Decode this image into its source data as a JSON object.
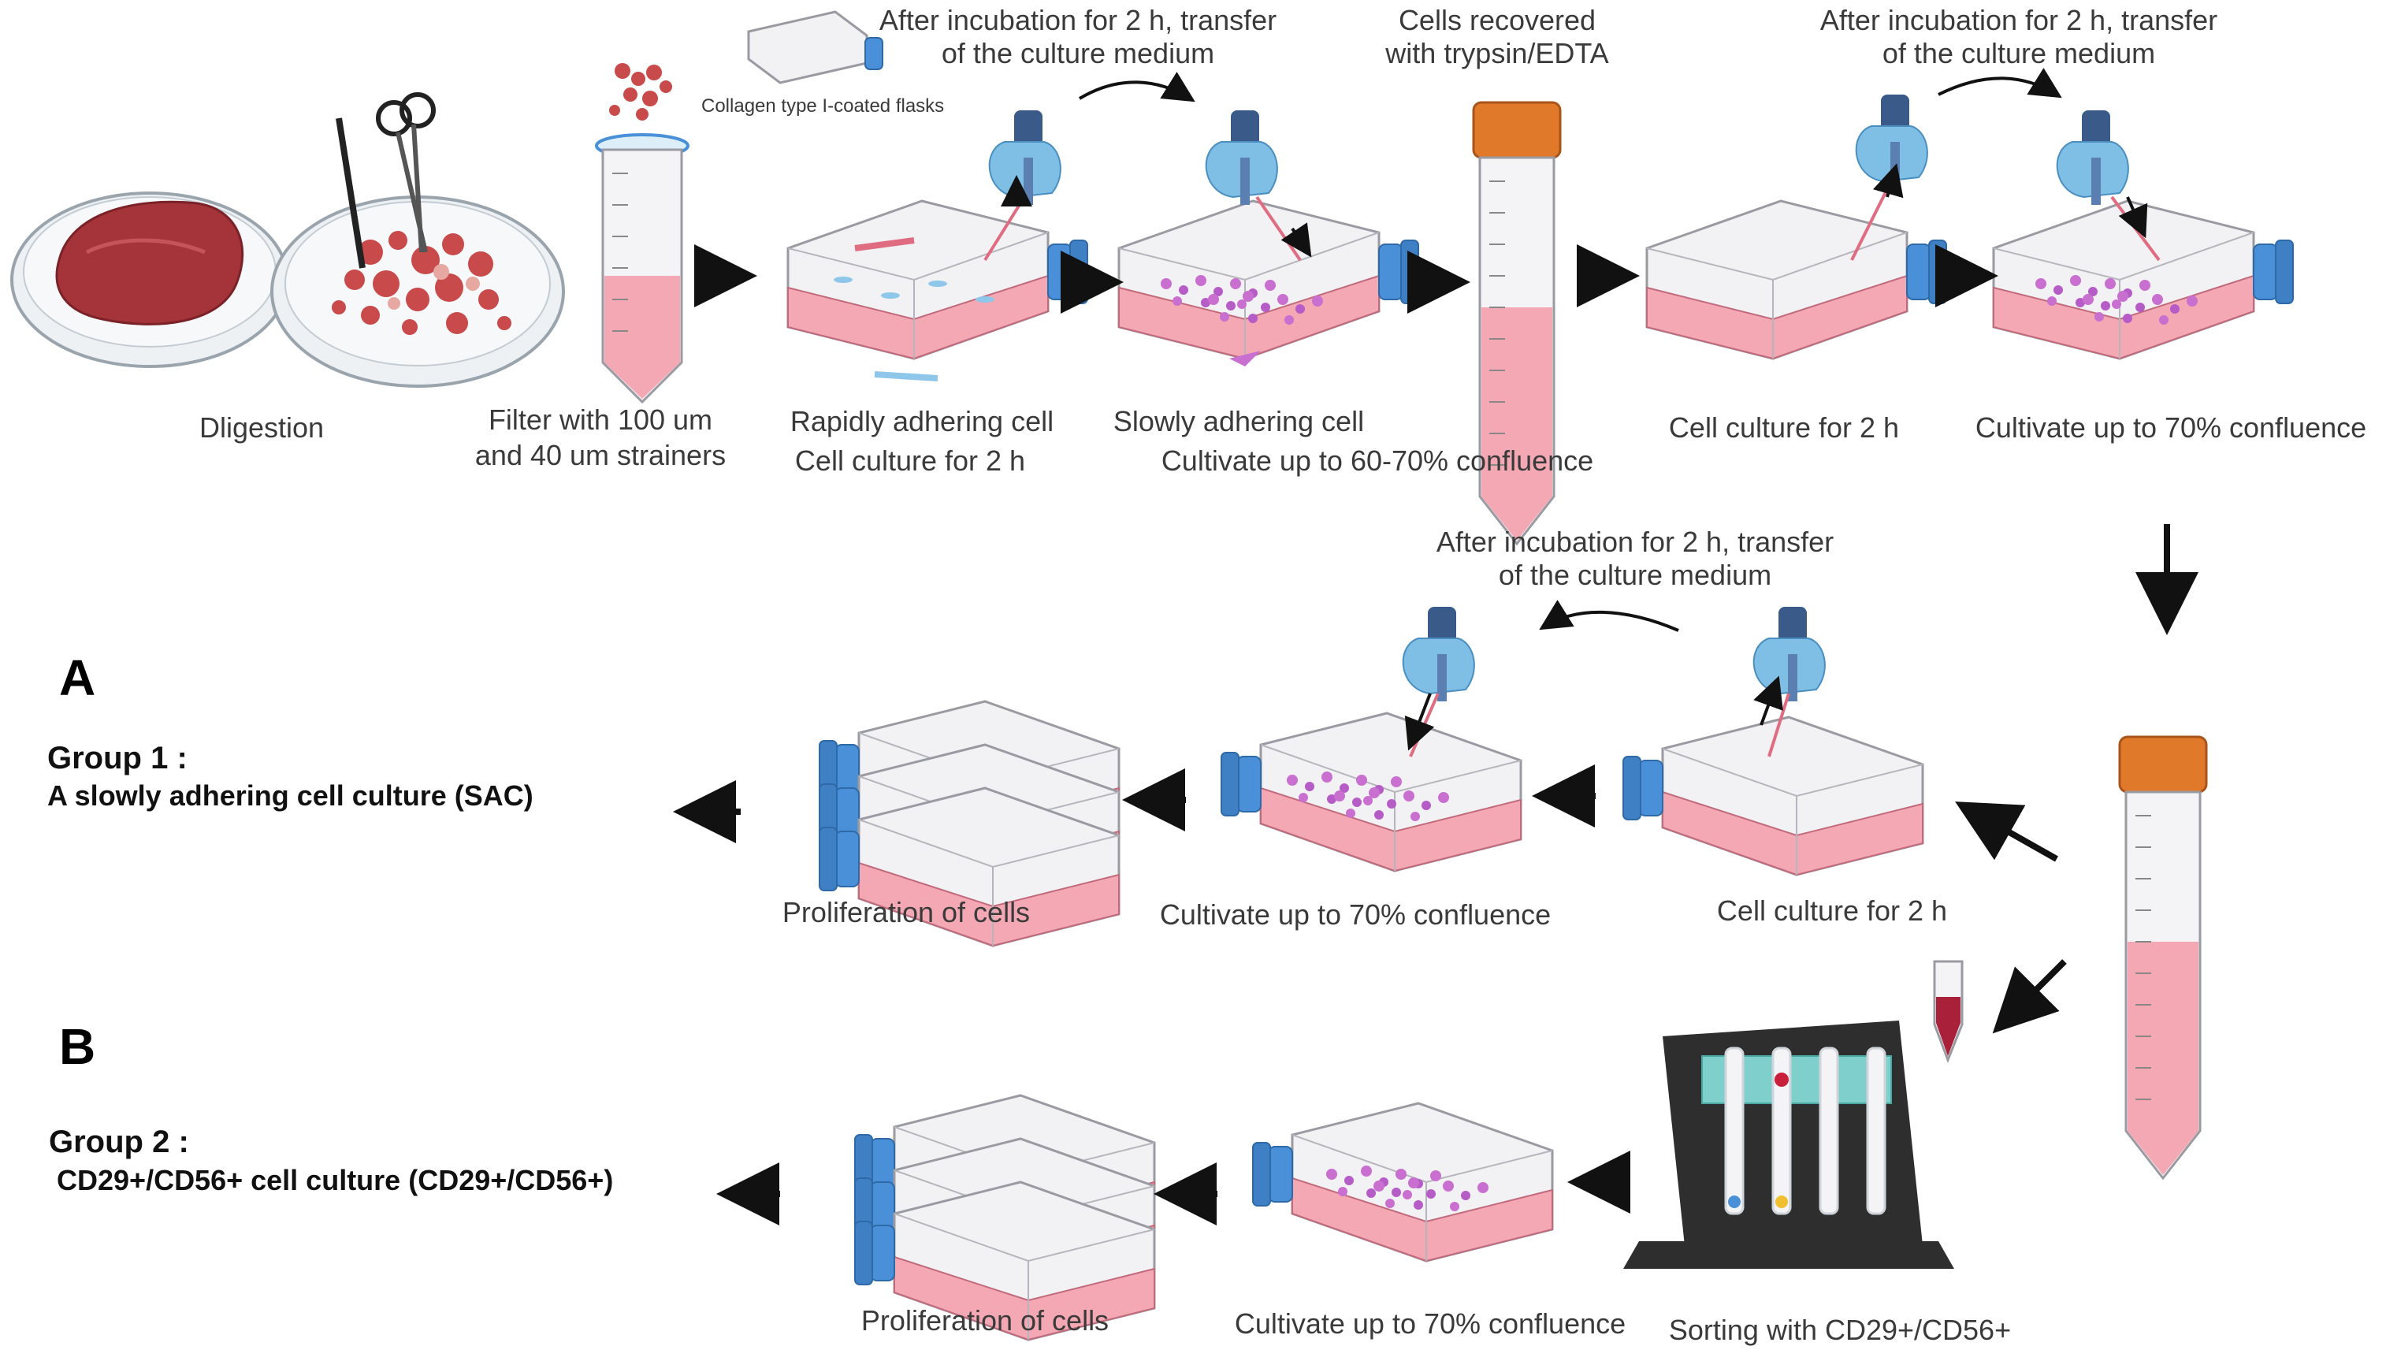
{
  "labels": {
    "digestion": "Dligestion",
    "filter_line1": "Filter with 100 um",
    "filter_line2": "and 40 um strainers",
    "collagen": "Collagen type I-coated flasks",
    "transfer1_line1": "After incubation for 2 h, transfer",
    "transfer1_line2": "of the culture medium",
    "recovered_line1": "Cells recovered",
    "recovered_line2": "with trypsin/EDTA",
    "transfer2_line1": "After incubation for 2 h, transfer",
    "transfer2_line2": "of the culture medium",
    "rapid_line1": "Rapidly adhering cell",
    "rapid_line2": "Cell culture for 2 h",
    "slow_line1": "Slowly adhering cell",
    "slow_line2": "Cultivate up to 60-70% confluence",
    "culture_2h_top": "Cell culture for 2 h",
    "cultivate70_top": "Cultivate up to 70% confluence",
    "transfer3_line1": "After incubation for 2 h, transfer",
    "transfer3_line2": "of the culture medium",
    "letter_a": "A",
    "group1_title": "Group 1 :",
    "group1_desc": "A slowly adhering cell culture (SAC)",
    "prolif_a": "Proliferation of cells",
    "cultivate70_a": "Cultivate up to 70% confluence",
    "culture_2h_a": "Cell culture for 2 h",
    "letter_b": "B",
    "group2_title": "Group 2 :",
    "group2_desc": "CD29+/CD56+ cell culture (CD29+/CD56+)",
    "prolif_b": "Proliferation of cells",
    "cultivate70_b": "Cultivate up to 70% confluence",
    "sorting": "Sorting with CD29+/CD56+"
  },
  "colors": {
    "tissue": "#a4343a",
    "medium": "#f4a8b4",
    "medium_dark": "#e06c82",
    "cap_blue": "#4a90d9",
    "cap_orange": "#e07a2a",
    "glove": "#7fbfe6",
    "arrow": "#111111",
    "rack": "#2e2e2e",
    "rack_teal": "#7fd0cc"
  }
}
